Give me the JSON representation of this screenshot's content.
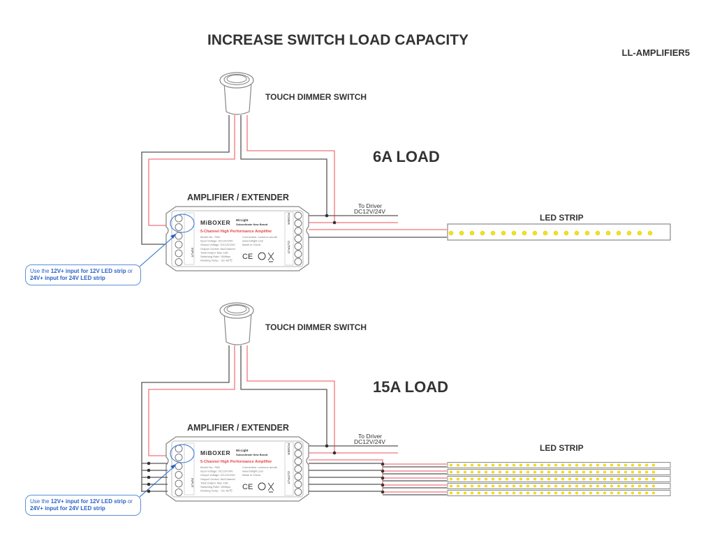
{
  "title": "INCREASE SWITCH LOAD CAPACITY",
  "model": "LL-AMPLIFIER5",
  "colors": {
    "wire_live": "#f0757a",
    "wire_neutral": "#555555",
    "led": "#f2e21a",
    "callout": "#2a62c4"
  },
  "diagrams": [
    {
      "switch_label": "TOUCH DIMMER SWITCH",
      "load_label": "6A LOAD",
      "amp_label": "AMPLIFIER / EXTENDER",
      "driver_label_1": "To Driver",
      "driver_label_2": "DC12V/24V",
      "strip_label": "LED STRIP",
      "strip_count": 1,
      "callout": {
        "a": "Use the ",
        "b": "12V+ input for 12V LED strip",
        "c": " or ",
        "d": "24V+ input for 24V LED strip"
      }
    },
    {
      "switch_label": "TOUCH DIMMER SWITCH",
      "load_label": "15A LOAD",
      "amp_label": "AMPLIFIER / EXTENDER",
      "driver_label_1": "To Driver",
      "driver_label_2": "DC12V/24V",
      "strip_label": "LED STRIP",
      "strip_count": 5,
      "callout": {
        "a": "Use the ",
        "b": "12V+ input for 12V LED strip",
        "c": " or ",
        "d": "24V+ input for 24V LED strip"
      }
    }
  ],
  "amplifier": {
    "brand": "MiBOXER",
    "sub_brand_1": "Mi-Light",
    "sub_brand_2": "Subordinate New Brand",
    "product": "5-Channel High Performance Amplifier",
    "specs_left": [
      "Model No.: PA5",
      "Input Voltage: DC12V/24V",
      "Output Voltage: DC12V/24V",
      "Output Current: 6A/Channel",
      "Total Output: Max 15A",
      "Switching Rate: 10Mbps",
      "Working Temp.: -20~60℃"
    ],
    "specs_right": [
      "Connection: common anode",
      "www.futlight.com",
      "Made in China"
    ],
    "input_label": "INPUT",
    "power_label": "POWER",
    "output_label": "OUTPUT",
    "marks": "CE"
  }
}
